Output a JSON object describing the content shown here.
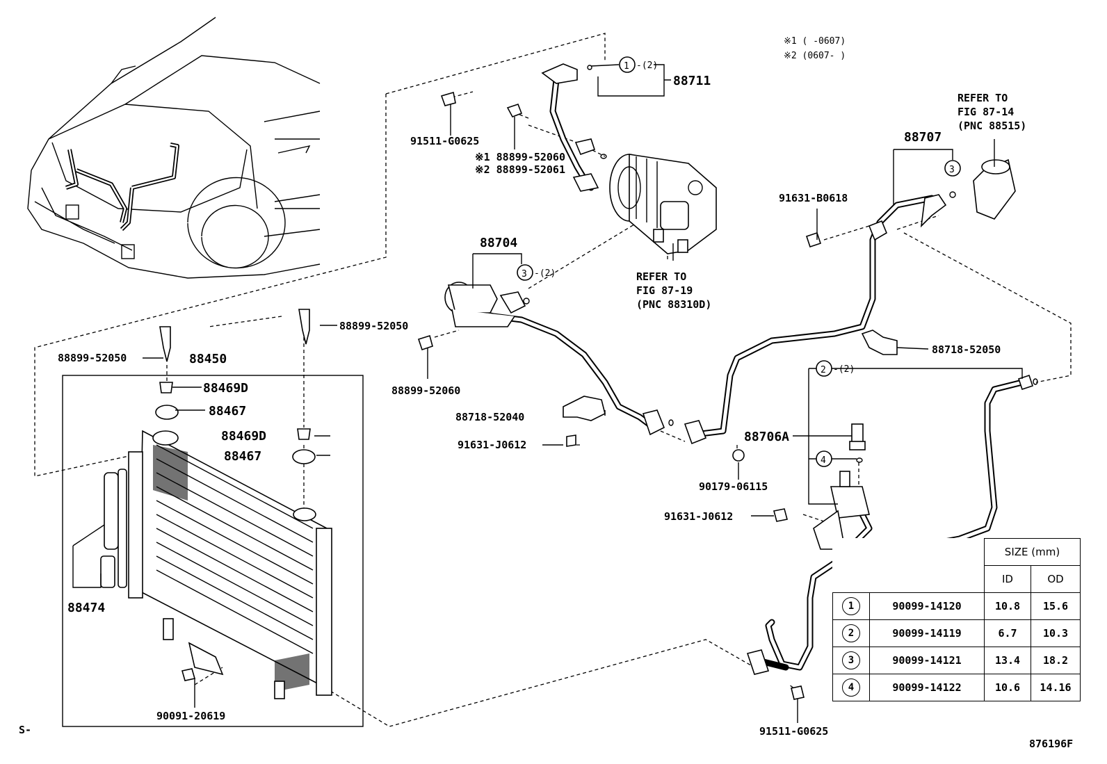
{
  "notes": {
    "note1": "※1  (      -0607)",
    "note2": "※2  (0607-      )"
  },
  "refer1": {
    "line1": "REFER TO",
    "line2": "FIG 87-14",
    "line3": "(PNC 88515)"
  },
  "refer2": {
    "line1": "REFER TO",
    "line2": "FIG 87-19",
    "line3": " (PNC 88310D)"
  },
  "labels": {
    "p88711": "88711",
    "p91511_top": "91511-G0625",
    "p88899_52060_a": "※1 88899-52060",
    "p88899_52061": "※2 88899-52061",
    "p88707": "88707",
    "p91631_b0618": "91631-B0618",
    "p88704": "88704",
    "p88899_52050_r": "88899-52050",
    "p88899_52060_b": "88899-52060",
    "p88718_52050": "88718-52050",
    "p88899_52050_l": "88899-52050",
    "p88450": "88450",
    "p88469d_a": "88469D",
    "p88467_a": "88467",
    "p88469d_b": "88469D",
    "p88467_b": "88467",
    "p88718_52040": "88718-52040",
    "p91631_j0612_a": "91631-J0612",
    "p88706a": "88706A",
    "p90179": "90179-06115",
    "p91631_j0612_b": "91631-J0612",
    "p88474": "88474",
    "p90091": "90091-20619",
    "p91511_bottom": "91511-G0625",
    "page_code": "876196F",
    "s_mark": "S-"
  },
  "callouts": {
    "c1_top": "1",
    "c1_top_qty": "-(2)",
    "c3_88707": "3",
    "c3_88704": "3",
    "c3_88704_qty": "-(2)",
    "c2": "2",
    "c2_qty": "-(2)",
    "c4": "4"
  },
  "size_table": {
    "header": "SIZE (mm)",
    "col_id": "ID",
    "col_od": "OD",
    "rows": [
      {
        "ref": "1",
        "part": "90099-14120",
        "id": "10.8",
        "od": "15.6"
      },
      {
        "ref": "2",
        "part": "90099-14119",
        "id": "6.7",
        "od": "10.3"
      },
      {
        "ref": "3",
        "part": "90099-14121",
        "id": "13.4",
        "od": "18.2"
      },
      {
        "ref": "4",
        "part": "90099-14122",
        "id": "10.6",
        "od": "14.16"
      }
    ]
  }
}
